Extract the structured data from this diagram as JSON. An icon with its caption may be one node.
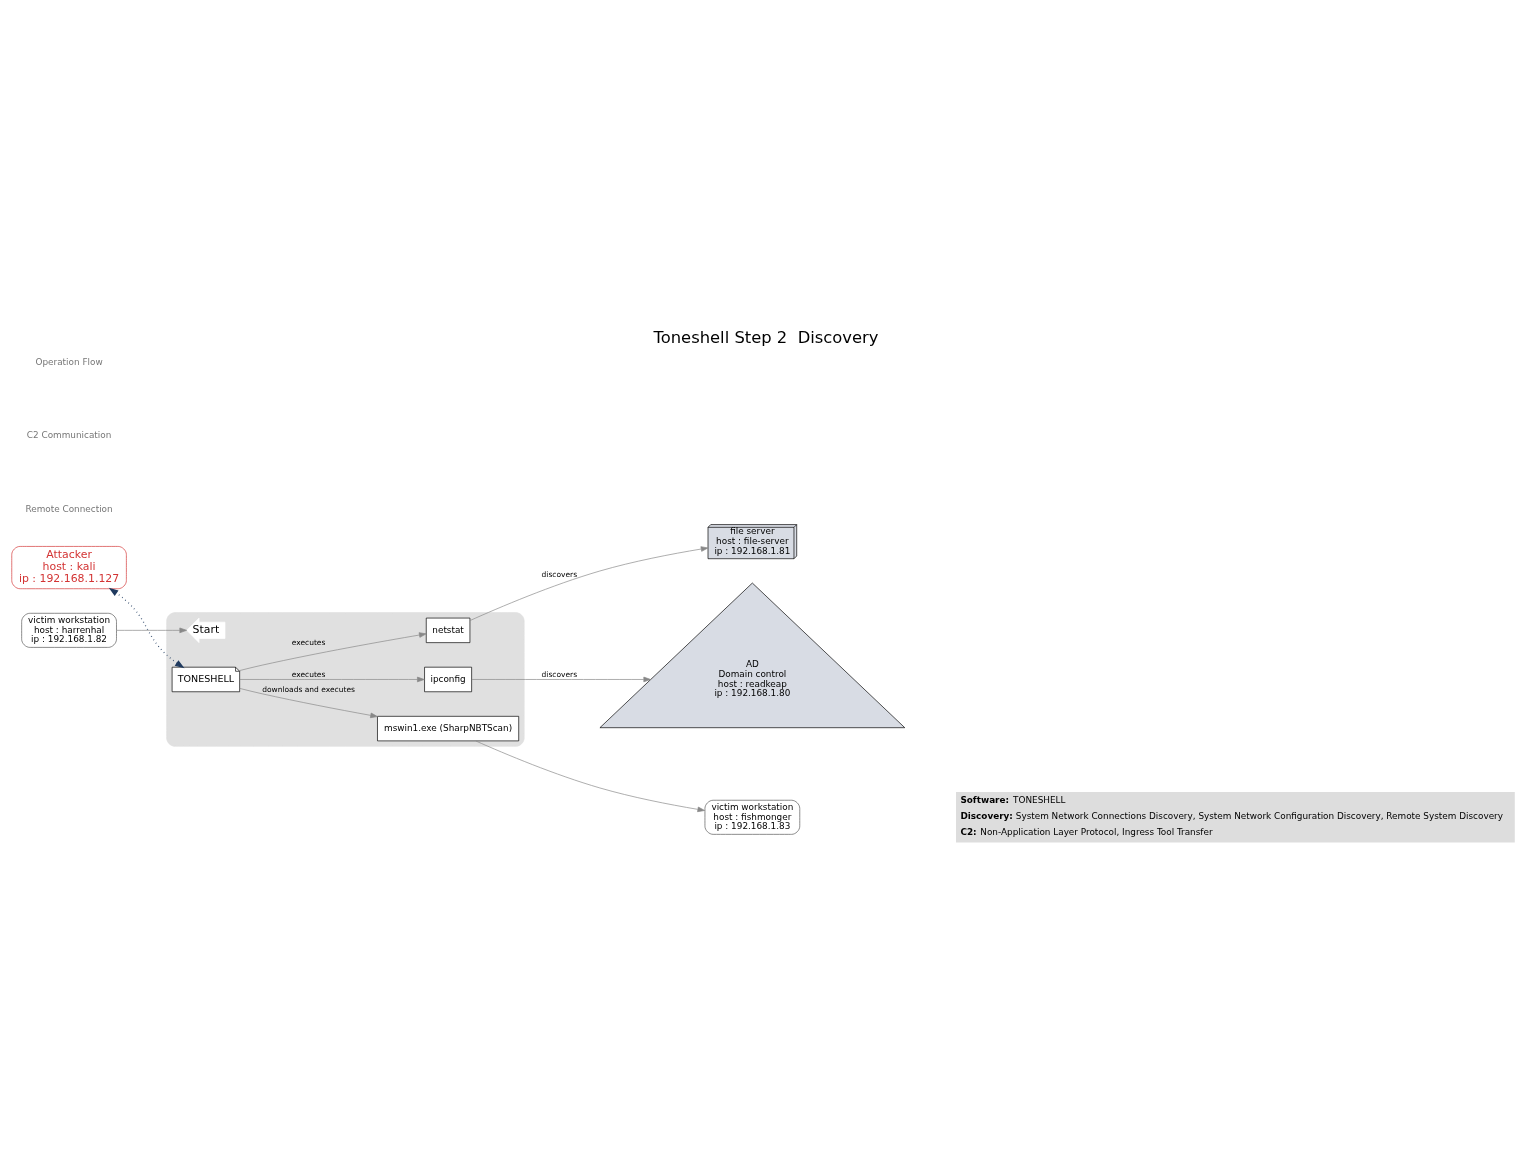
{
  "diagram": {
    "title": "Toneshell Step 2  Discovery",
    "nodes": [
      {
        "text": [
          "Attacker",
          "host : kali",
          "ip : 192.168.1.127"
        ]
      },
      {
        "text": [
          "victim workstation",
          "host : harrenhal",
          "ip : 192.168.1.82"
        ]
      },
      {
        "text": [],
        "shape": "box"
      },
      {
        "text": [
          "Start"
        ],
        "in": 2
      },
      {
        "text": [
          "TONESHELL"
        ],
        "in": 2
      },
      {
        "text": [
          "netstat"
        ],
        "in": 2
      },
      {
        "text": [
          "ipconfig"
        ],
        "in": 2
      },
      {
        "text": [
          "mswin1.exe (SharpNBTScan)"
        ],
        "in": 2
      },
      {
        "text": [
          "file server",
          "host : file-server",
          "ip : 192.168.1.81"
        ]
      },
      {
        "text": [
          "AD",
          "Domain control",
          "host : readkeap",
          "ip : 192.168.1.80"
        ]
      },
      {
        "text": [
          "victim workstation",
          "host : fishmonger",
          "ip : 192.168.1.83"
        ]
      }
    ],
    "edges": [
      {
        "from": 1,
        "to": 3,
        "arrow": "to"
      },
      {
        "from": 4,
        "to": 0,
        "arrow": "both",
        "style": "dashed",
        "color": "#1f3a5f"
      },
      {
        "from": 4,
        "to": 5,
        "arrow": "to",
        "label": "executes"
      },
      {
        "from": 4,
        "to": 6,
        "arrow": "to",
        "label": "executes"
      },
      {
        "from": 4,
        "to": 7,
        "arrow": "to",
        "label": "downloads and executes"
      },
      {
        "from": 5,
        "to": 8,
        "arrow": "to",
        "label": "discovers"
      },
      {
        "from": 6,
        "to": 9,
        "arrow": "to",
        "label": "discovers"
      },
      {
        "from": 7,
        "to": 10,
        "arrow": "to"
      }
    ],
    "labels": [
      "**Software:** TONESHELL",
      "**Discovery:** System Network Connections Discovery, System Network Configuration Discovery, Remote System Discovery",
      "**C2:** Non-Application Layer Protocol, Ingress Tool Transfer"
    ],
    "legend": [
      {
        "text": "Operation Flow"
      },
      {
        "text": "C2 Communication"
      },
      {
        "text": "Remote Connection"
      }
    ]
  }
}
